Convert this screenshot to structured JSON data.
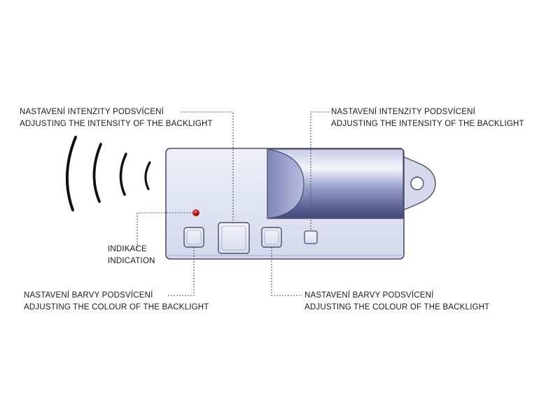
{
  "labels": {
    "top_left": {
      "cz": "NASTAVENÍ INTENZITY PODSVÍCENÍ",
      "en": "ADJUSTING THE INTENSITY OF THE BACKLIGHT"
    },
    "top_right": {
      "cz": "NASTAVENÍ INTENZITY PODSVÍCENÍ",
      "en": "ADJUSTING THE INTENSITY OF THE BACKLIGHT"
    },
    "indication": {
      "cz": "INDIKACE",
      "en": "INDICATION"
    },
    "bottom_left": {
      "cz": "NASTAVENÍ BARVY PODSVÍCENÍ",
      "en": "ADJUSTING THE COLOUR OF THE BACKLIGHT"
    },
    "bottom_right": {
      "cz": "NASTAVENÍ BARVY PODSVÍCENÍ",
      "en": "ADJUSTING THE COLOUR OF THE BACKLIGHT"
    }
  },
  "colors": {
    "body_fill": "#e3e6f4",
    "body_stroke": "#4a4e6a",
    "led": "#d01818",
    "signal_arcs": "#111111",
    "leader_lines": "#555555"
  },
  "icons": {
    "signal": "wireless-signal-icon",
    "led": "indicator-led-icon",
    "keyring": "keyring-hole-icon"
  }
}
